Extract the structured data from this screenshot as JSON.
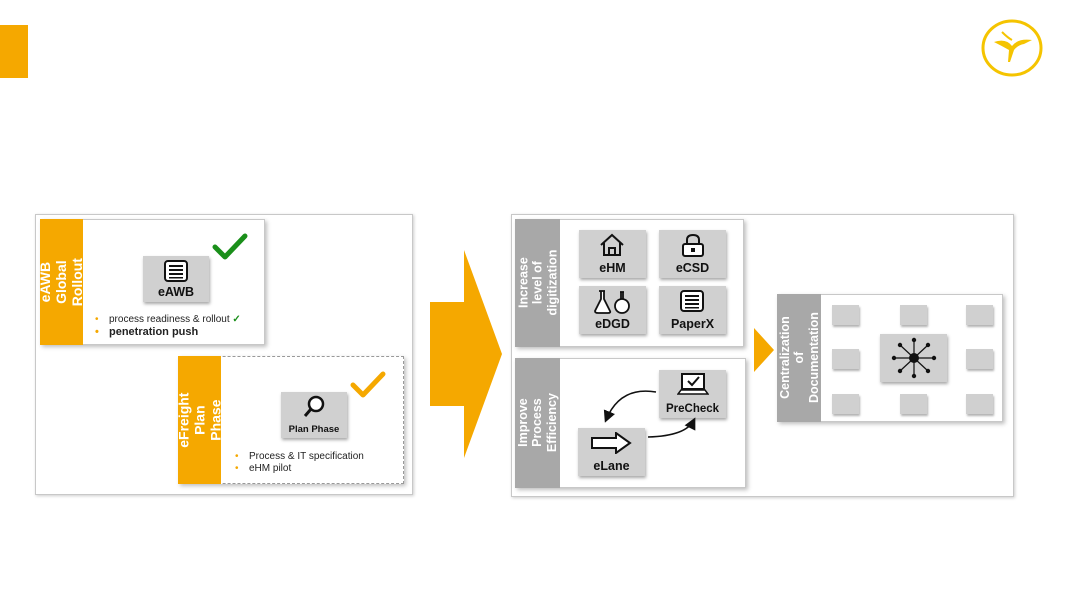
{
  "colors": {
    "accent": "#f5a800",
    "gray_label": "#a8a8a8",
    "check_green": "#1a8f1a",
    "tile": "#d0d0d0"
  },
  "logo_icon": "crane-logo-icon",
  "left": {
    "eawb_label": "eAWB Global\nRollout",
    "eawb_tile": "eAWB",
    "eawb_bullets": [
      "process readiness & rollout",
      "penetration push"
    ],
    "efreight_label": "eFreight\nPlan Phase",
    "plan_tile": "Plan Phase",
    "efreight_bullets": [
      "Process & IT specification",
      "eHM pilot"
    ]
  },
  "right": {
    "digit_label": "Increase  level of\ndigitization",
    "tiles": [
      "eHM",
      "eCSD",
      "eDGD",
      "PaperX"
    ],
    "process_label": "Improve Process\nEfficiency",
    "precheck": "PreCheck",
    "elane": "eLane",
    "central_label": "Centralization of\nDocumentation"
  }
}
